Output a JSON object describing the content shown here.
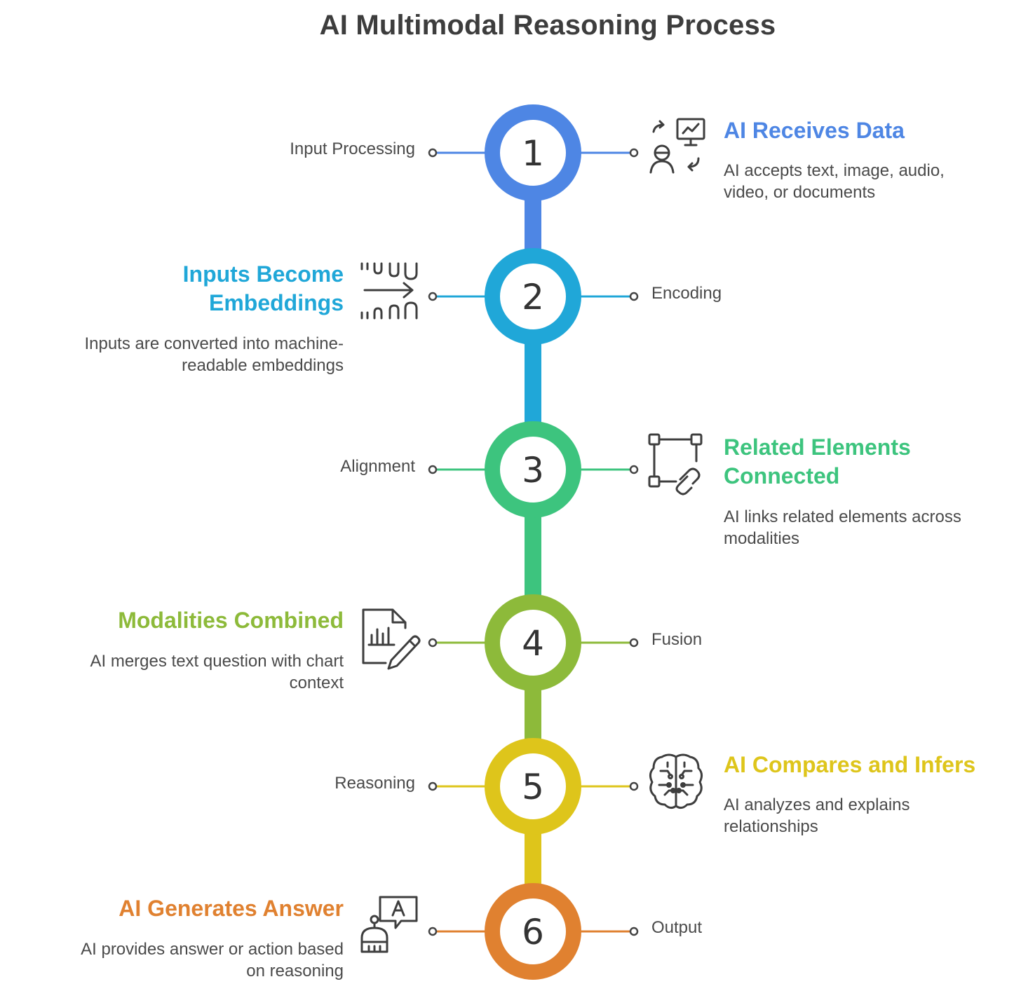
{
  "title": "AI Multimodal Reasoning Process",
  "steps": [
    {
      "number": "1",
      "color": "#4E86E4",
      "label": "Input Processing",
      "heading": "AI Receives Data",
      "description": [
        "AI accepts text, image, audio,",
        "video, or documents"
      ],
      "icon": "data-exchange-icon"
    },
    {
      "number": "2",
      "color": "#20A7D8",
      "label": "Encoding",
      "heading": [
        "Inputs Become",
        "Embeddings"
      ],
      "description": [
        "Inputs are converted into machine-",
        "readable embeddings"
      ],
      "icon": "transform-arrow-icon"
    },
    {
      "number": "3",
      "color": "#3DC47E",
      "label": "Alignment",
      "heading": [
        "Related Elements",
        "Connected"
      ],
      "description": [
        "AI links related elements across",
        "modalities"
      ],
      "icon": "link-nodes-icon"
    },
    {
      "number": "4",
      "color": "#8DBA3A",
      "label": "Fusion",
      "heading": "Modalities Combined",
      "description": [
        "AI merges text question with chart",
        "context"
      ],
      "icon": "chart-document-edit-icon"
    },
    {
      "number": "5",
      "color": "#DEC51B",
      "label": "Reasoning",
      "heading": "AI Compares and Infers",
      "description": [
        "AI analyzes and explains",
        "relationships"
      ],
      "icon": "brain-circuit-icon"
    },
    {
      "number": "6",
      "color": "#E08130",
      "label": "Output",
      "heading": "AI Generates Answer",
      "description": [
        "AI provides answer or action based",
        "on reasoning"
      ],
      "icon": "robot-answer-icon"
    }
  ]
}
